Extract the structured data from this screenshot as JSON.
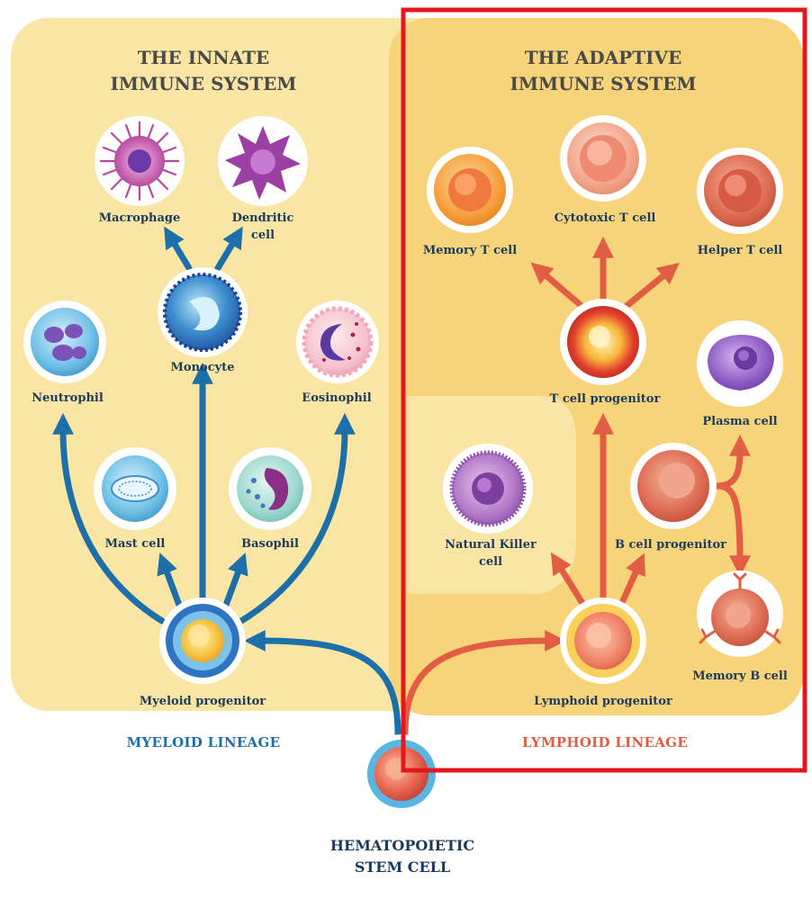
{
  "innate_title": [
    "THE INNATE",
    "IMMUNE SYSTEM"
  ],
  "adaptive_title": [
    "THE ADAPTIVE",
    "IMMUNE SYSTEM"
  ],
  "myeloid_lineage": "MYELOID LINEAGE",
  "lymphoid_lineage": "LYMPHOID LINEAGE",
  "stem_cell": [
    "HEMATOPOIETIC",
    "STEM CELL"
  ],
  "cells": {
    "macrophage": "Macrophage",
    "dendritic": [
      "Dendritic",
      "cell"
    ],
    "monocyte": "Monocyte",
    "neutrophil": "Neutrophil",
    "eosinophil": "Eosinophil",
    "mast": "Mast cell",
    "basophil": "Basophil",
    "myeloid_progenitor": "Myeloid progenitor",
    "memory_t": "Memory T cell",
    "cytotoxic_t": "Cytotoxic T cell",
    "helper_t": "Helper T cell",
    "t_progenitor": "T cell progenitor",
    "plasma": "Plasma cell",
    "natural_killer": [
      "Natural Killer",
      "cell"
    ],
    "b_progenitor": "B cell progenitor",
    "memory_b": "Memory B cell",
    "lymphoid_progenitor": "Lymphoid progenitor"
  },
  "colors": {
    "innate_panel": "#fae6a4",
    "adaptive_panel": "#f7d37a",
    "myeloid_blue": "#1d6fa9",
    "lymphoid_red": "#e15d43",
    "highlight_box": "#e3181c",
    "label_text": "#1b3b5c"
  }
}
